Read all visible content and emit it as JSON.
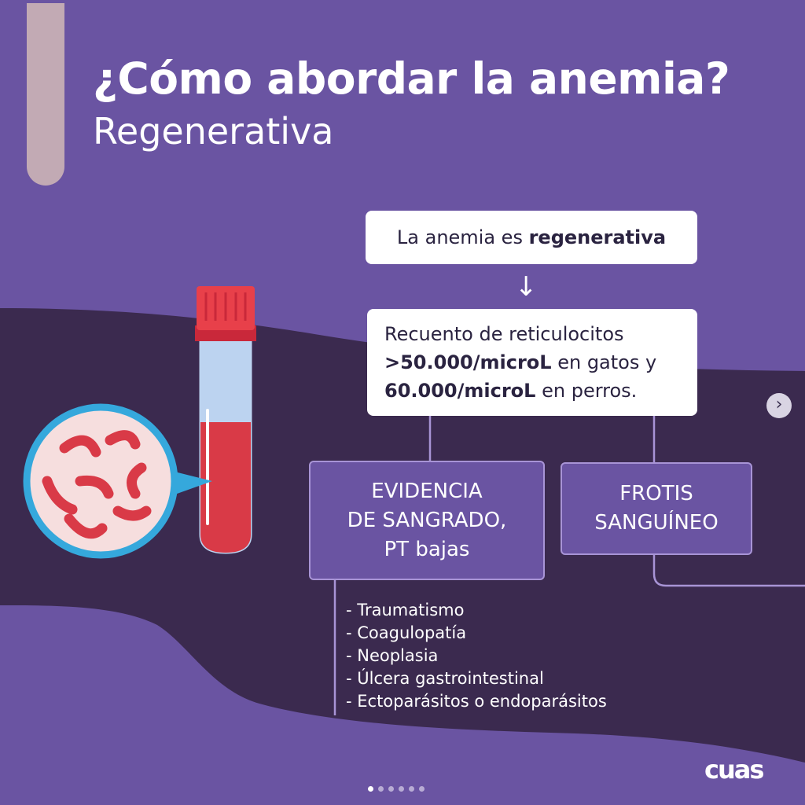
{
  "header": {
    "title": "¿Cómo abordar la anemia?",
    "subtitle": "Regenerativa"
  },
  "flow": {
    "regen_box": {
      "text_before": "La anemia es ",
      "text_bold": "regenerativa"
    },
    "arrow": "↓",
    "retic_box": {
      "line1": "Recuento de reticulocitos",
      "line2_bold": ">50.000/microL",
      "line2_rest": " en gatos y",
      "line3_bold": "60.000/microL",
      "line3_rest": " en perros."
    },
    "evidencia_box": {
      "line1": "EVIDENCIA",
      "line2": "DE SANGRADO,",
      "line3": "PT bajas"
    },
    "frotis_box": {
      "line1": "FROTIS",
      "line2": "SANGUÍNEO"
    },
    "causes": [
      "- Traumatismo",
      "- Coagulopatía",
      "- Neoplasia",
      "- Úlcera gastrointestinal",
      "- Ectoparásitos o endoparásitos"
    ]
  },
  "navigation": {
    "next_icon": "chevron-right-icon",
    "next_glyph": "›",
    "page_dots": 6,
    "active_dot": 0
  },
  "brand": {
    "logo_text": "cuas"
  },
  "colors": {
    "background": "#6a54a2",
    "dark_band": "#3b2a4f",
    "box_border": "#a894d6",
    "tube_cap": "#e8404a",
    "blood": "#d93a47",
    "magnifier_ring": "#35a8dc",
    "cell": "#d93a47"
  }
}
